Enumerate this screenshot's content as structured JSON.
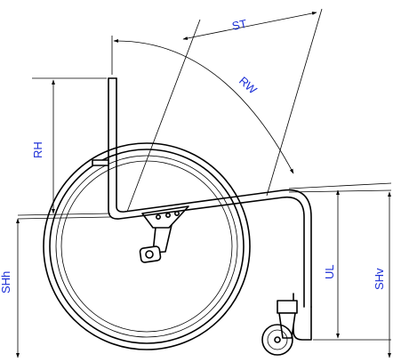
{
  "colors": {
    "line": "#000000",
    "label": "#1c2fd6",
    "background": "#ffffff"
  },
  "labels": {
    "st": "ST",
    "rw": "RW",
    "rh": "RH",
    "shh": "SHh",
    "ul": "UL",
    "shv": "SHv"
  }
}
